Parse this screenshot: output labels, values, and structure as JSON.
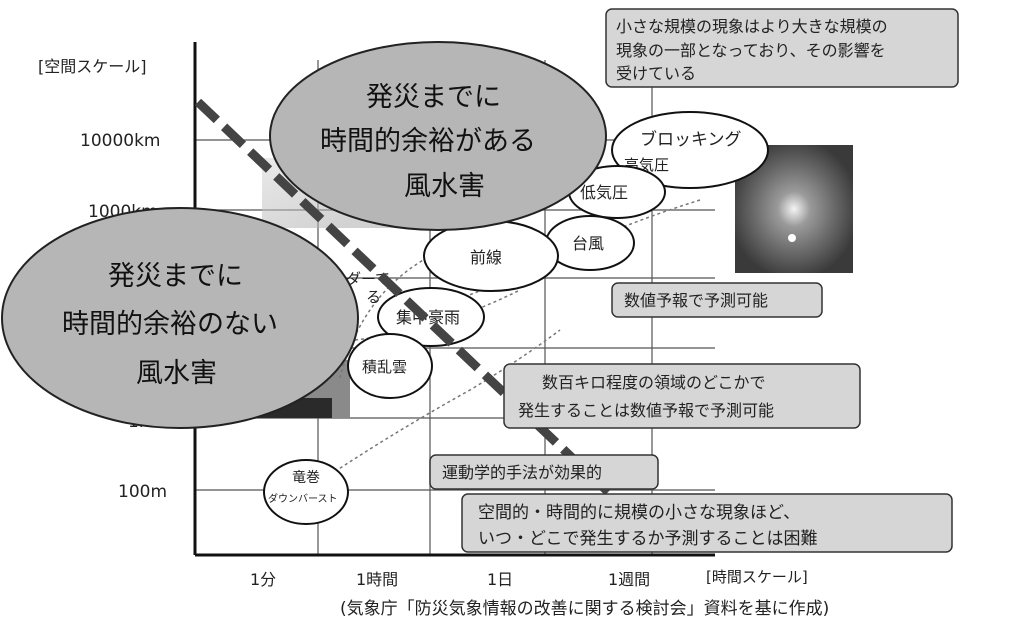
{
  "axes": {
    "y_title": "[空間スケール]",
    "x_title": "[時間スケール]",
    "y_ticks": [
      "10000km",
      "1000km",
      "1km",
      "100m"
    ],
    "x_ticks": [
      "1分",
      "1時間",
      "1日",
      "1週間"
    ]
  },
  "phenomena": {
    "blocking_1": "ブロッキング",
    "blocking_2": "高気圧",
    "low_pressure": "低気圧",
    "typhoon": "台風",
    "front": "前線",
    "concentrated_rain": "集中豪雨",
    "cumulonimbus": "積乱雲",
    "tornado": "竜巻",
    "downburst": "ダウンバースト",
    "radar_fragment_1": "ダーで",
    "radar_fragment_2": "る"
  },
  "callouts": {
    "scale_note_1": "小さな規模の現象はより大きな規模の",
    "scale_note_2": "現象の一部となっており、その影響を",
    "scale_note_3": "受けている",
    "numerical_forecast": "数値予報で予測可能",
    "regional_1": "数百キロ程度の領域のどこかで",
    "regional_2": "発生することは数値予報で予測可能",
    "kinematic": "運動学的手法が効果的",
    "difficulty_1": "空間的・時間的に規模の小さな現象ほど、",
    "difficulty_2": "いつ・どこで発生するか予測することは困難"
  },
  "bubbles": {
    "with_time_1": "発災までに",
    "with_time_2": "時間的余裕がある",
    "with_time_3": "風水害",
    "without_time_1": "発災までに",
    "without_time_2": "時間的余裕のない",
    "without_time_3": "風水害"
  },
  "caption": "(気象庁「防災気象情報の改善に関する検討会」資料を基に作成)"
}
